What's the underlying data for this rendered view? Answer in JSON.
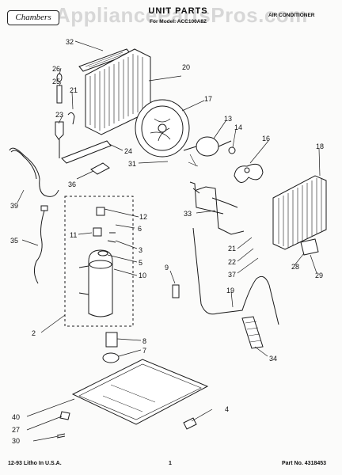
{
  "header": {
    "brand": "Chambers",
    "title": "UNIT PARTS",
    "model_line": "For Model: ACC100A8Z",
    "category": "AIR CONDITIONER",
    "watermark": "AppliancePartsPros.com"
  },
  "footer": {
    "print_code": "12-93 Litho In U.S.A.",
    "page_number": "1",
    "part_number": "Part No. 4318453"
  },
  "callouts": [
    "32",
    "26",
    "25",
    "21",
    "20",
    "17",
    "13",
    "14",
    "23",
    "16",
    "18",
    "24",
    "31",
    "36",
    "39",
    "12",
    "6",
    "33",
    "11",
    "3",
    "35",
    "5",
    "10",
    "21",
    "22",
    "28",
    "37",
    "29",
    "9",
    "19",
    "2",
    "8",
    "7",
    "34",
    "40",
    "27",
    "4",
    "30"
  ],
  "colors": {
    "ink": "#1a1a1a",
    "paper": "#fbfbfa",
    "watermark": "#969696"
  }
}
